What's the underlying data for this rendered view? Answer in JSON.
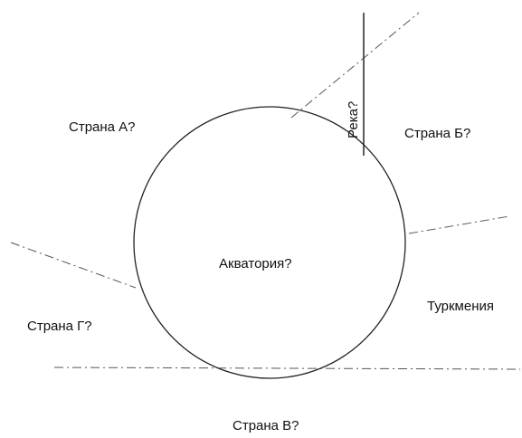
{
  "labels": {
    "country_a": "Страна А?",
    "country_b": "Страна Б?",
    "country_v": "Страна В?",
    "country_g": "Страна Г?",
    "turkmenia": "Туркмения",
    "water_area": "Акватория?",
    "river": "Река?"
  }
}
